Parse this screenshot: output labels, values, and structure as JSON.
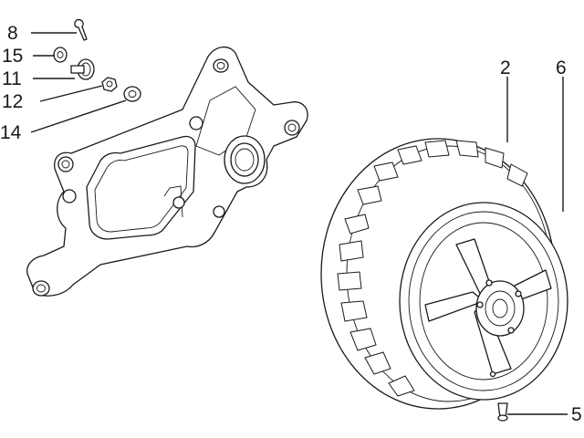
{
  "callouts": {
    "c8": "8",
    "c15": "15",
    "c11": "11",
    "c12": "12",
    "c14": "14",
    "c2": "2",
    "c6": "6",
    "c5": "5"
  },
  "colors": {
    "line": "#1a1a1a",
    "background": "#ffffff"
  }
}
